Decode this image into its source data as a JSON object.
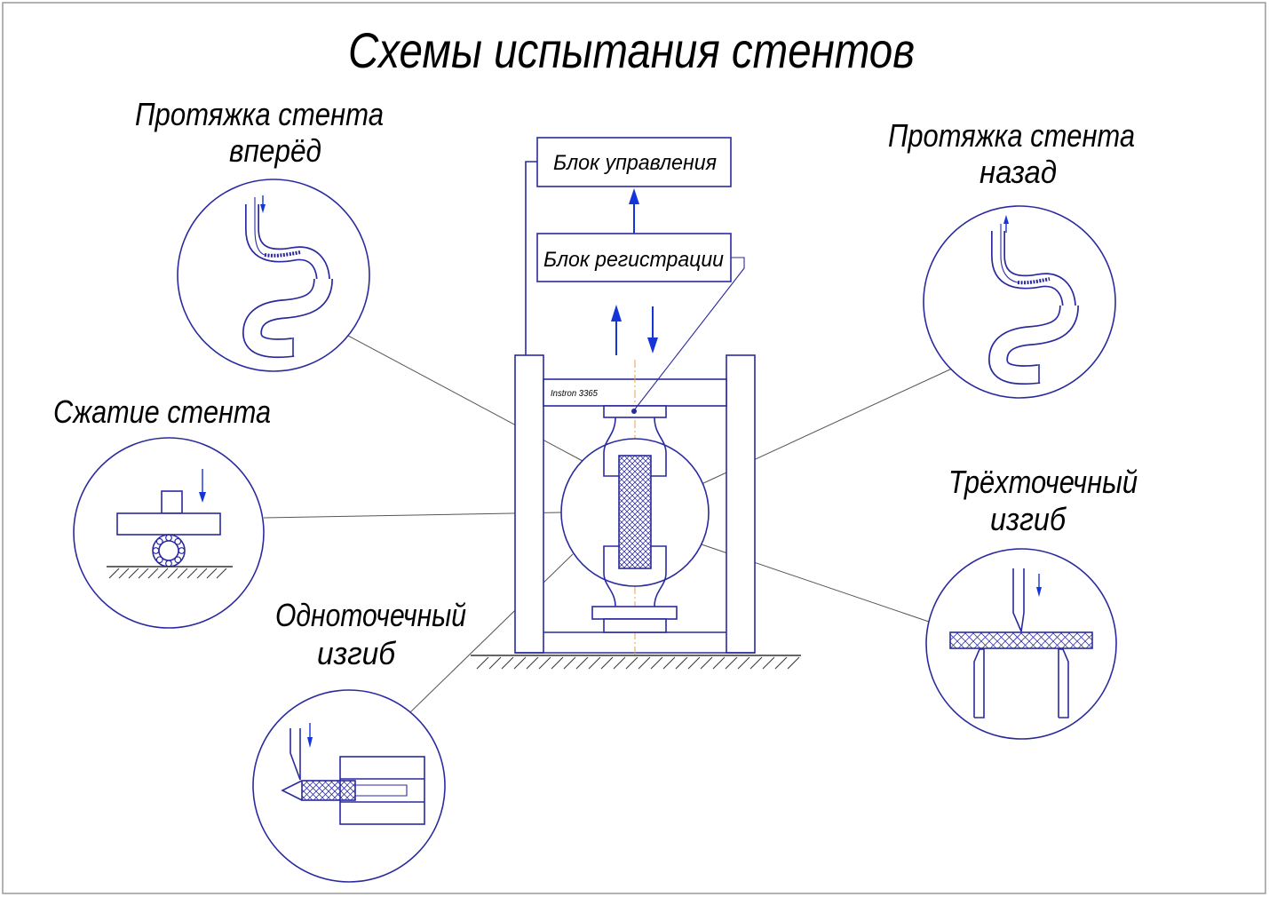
{
  "title": "Схемы испытания стентов",
  "pull_forward": {
    "line1": "Протяжка стента",
    "line2": "вперёд"
  },
  "pull_backward": {
    "line1": "Протяжка стента",
    "line2": "назад"
  },
  "compression": {
    "label": "Сжатие стента"
  },
  "single_point_bending": {
    "line1": "Одноточечный",
    "line2": "изгиб"
  },
  "three_point_bending": {
    "line1": "Трёхточечный",
    "line2": "изгиб"
  },
  "control_unit": {
    "label": "Блок управления"
  },
  "registration_unit": {
    "label": "Блок регистрации"
  },
  "machine": {
    "model": "Instron 3365"
  },
  "colors": {
    "line": "#2a2aa0",
    "arrow": "#1535d8",
    "leader": "#555555",
    "centerline": "#e8a040",
    "text": "#000000"
  }
}
